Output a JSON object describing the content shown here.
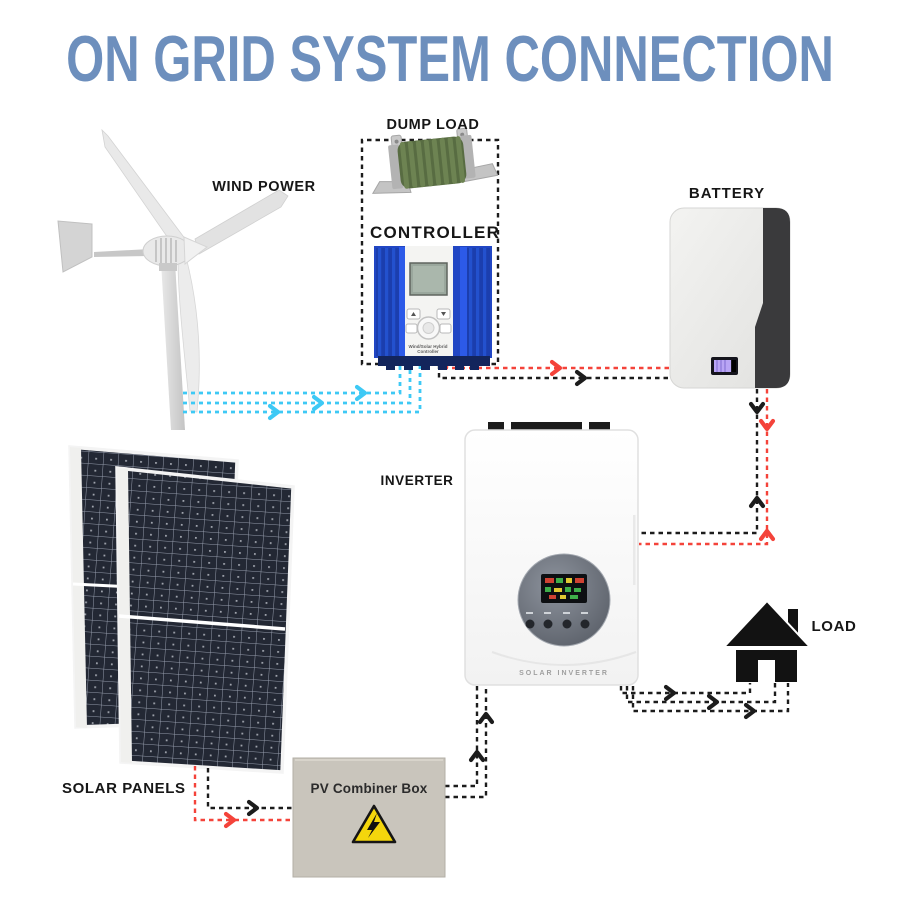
{
  "title": "ON GRID SYSTEM CONNECTION",
  "labels": {
    "wind_power": "WIND POWER",
    "dump_load": "DUMP LOAD",
    "controller": "CONTROLLER",
    "battery": "BATTERY",
    "inverter": "INVERTER",
    "solar_panels": "SOLAR PANELS",
    "pv_combiner_box": "PV Combiner Box",
    "load": "LOAD"
  },
  "small_text": {
    "controller_caption": "Wind/Solar Hybrid Controller",
    "inverter_caption": "SOLAR INVERTER"
  },
  "colors": {
    "title_blue": "#6d8fbd",
    "wind_line": "#3ec9f5",
    "dc_positive_line": "#f4433a",
    "dc_negative_line": "#1c1c1c",
    "controller_blue": "#2351ce",
    "dump_load_green": "#5d7246",
    "combiner_gray": "#c9c5bc",
    "warning_yellow": "#f4d60c",
    "battery_dark_panel": "#3a3a3c"
  },
  "connections": [
    {
      "from": "wind-turbine",
      "to": "controller",
      "wires": 3,
      "style": "dashed",
      "color": "#3ec9f5"
    },
    {
      "from": "controller",
      "to": "dump-load",
      "wires": 1,
      "style": "dashed",
      "color": "#1c1c1c"
    },
    {
      "from": "controller",
      "to": "battery",
      "wires": 2,
      "style": "dashed",
      "color": "#f4433a / #1c1c1c"
    },
    {
      "from": "battery",
      "to": "inverter",
      "wires": 2,
      "style": "dashed",
      "color": "#f4433a / #1c1c1c",
      "direction": "bidirectional"
    },
    {
      "from": "solar-panels",
      "to": "pv-combiner-box",
      "wires": 2,
      "style": "dashed",
      "color": "#f4433a / #1c1c1c"
    },
    {
      "from": "pv-combiner-box",
      "to": "inverter",
      "wires": 2,
      "style": "dashed",
      "color": "#1c1c1c"
    },
    {
      "from": "inverter",
      "to": "load",
      "wires": 3,
      "style": "dashed",
      "color": "#1c1c1c"
    }
  ]
}
